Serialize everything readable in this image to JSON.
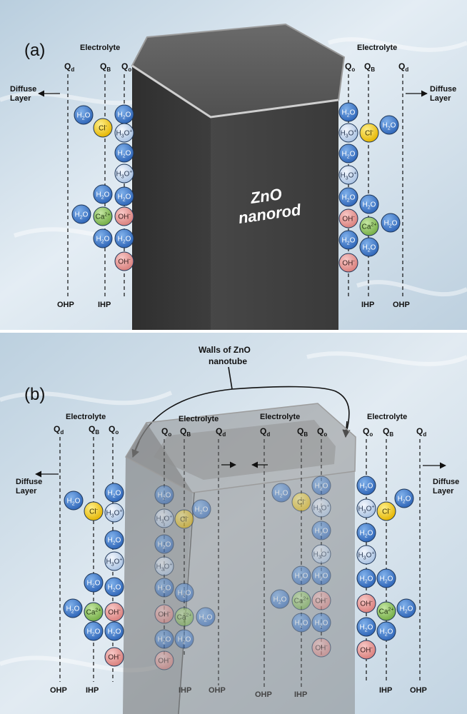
{
  "panel_a": {
    "label": "(a)",
    "rod_label_line1": "ZnO",
    "rod_label_line2": "nanorod",
    "left": {
      "electrolyte": "Electrolyte",
      "diffuse_1": "Diffuse",
      "diffuse_2": "Layer",
      "plane_d": "Q",
      "plane_d_sub": "d",
      "plane_b": "Q",
      "plane_b_sub": "B",
      "plane_o": "Q",
      "plane_o_sub": "o",
      "ohp": "OHP",
      "ihp": "IHP"
    },
    "right": {
      "electrolyte": "Electrolyte",
      "diffuse_1": "Diffuse",
      "diffuse_2": "Layer",
      "plane_o": "Q",
      "plane_o_sub": "o",
      "plane_b": "Q",
      "plane_b_sub": "B",
      "plane_d": "Q",
      "plane_d_sub": "d",
      "ihp": "IHP",
      "ohp": "OHP"
    }
  },
  "panel_b": {
    "label": "(b)",
    "walls_label_line1": "Walls of ZnO",
    "walls_label_line2": "nanotube",
    "outer_left": {
      "electrolyte": "Electrolyte",
      "diffuse_1": "Diffuse",
      "diffuse_2": "Layer",
      "plane_d": "Q",
      "plane_d_sub": "d",
      "plane_b": "Q",
      "plane_b_sub": "B",
      "plane_o": "Q",
      "plane_o_sub": "o",
      "ohp": "OHP",
      "ihp": "IHP"
    },
    "inner_left": {
      "electrolyte": "Electrolyte",
      "plane_o": "Q",
      "plane_o_sub": "o",
      "plane_b": "Q",
      "plane_b_sub": "B",
      "plane_d": "Q",
      "plane_d_sub": "d",
      "ihp": "IHP",
      "ohp": "OHP"
    },
    "inner_right": {
      "electrolyte": "Electrolyte",
      "plane_d": "Q",
      "plane_d_sub": "d",
      "plane_b": "Q",
      "plane_b_sub": "B",
      "plane_o": "Q",
      "plane_o_sub": "o",
      "ohp": "OHP",
      "ihp": "IHP"
    },
    "outer_right": {
      "electrolyte": "Electrolyte",
      "diffuse_1": "Diffuse",
      "diffuse_2": "Layer",
      "plane_o": "Q",
      "plane_o_sub": "o",
      "plane_b": "Q",
      "plane_b_sub": "B",
      "plane_d": "Q",
      "plane_d_sub": "d",
      "ihp": "IHP",
      "ohp": "OHP"
    }
  },
  "ions": {
    "water": "H",
    "water_sub": "2",
    "water_tail": "O",
    "hydronium": "H",
    "hydronium_sub": "3",
    "hydronium_tail": "O",
    "hydronium_sup": "+",
    "hydroxide": "OH",
    "hydroxide_sup": "-",
    "chloride": "Cl",
    "chloride_sup": "-",
    "calcium": "Ca",
    "calcium_sup": "2+"
  },
  "colors": {
    "water": "#3f78c8",
    "hydronium": "#c8d8ee",
    "hydroxide": "#e89a98",
    "chloride": "#f2cc1e",
    "calcium": "#90c464",
    "rod_front": "#4a4a4a",
    "rod_top": "#5e5e5e",
    "background": "#c9d9e6"
  }
}
